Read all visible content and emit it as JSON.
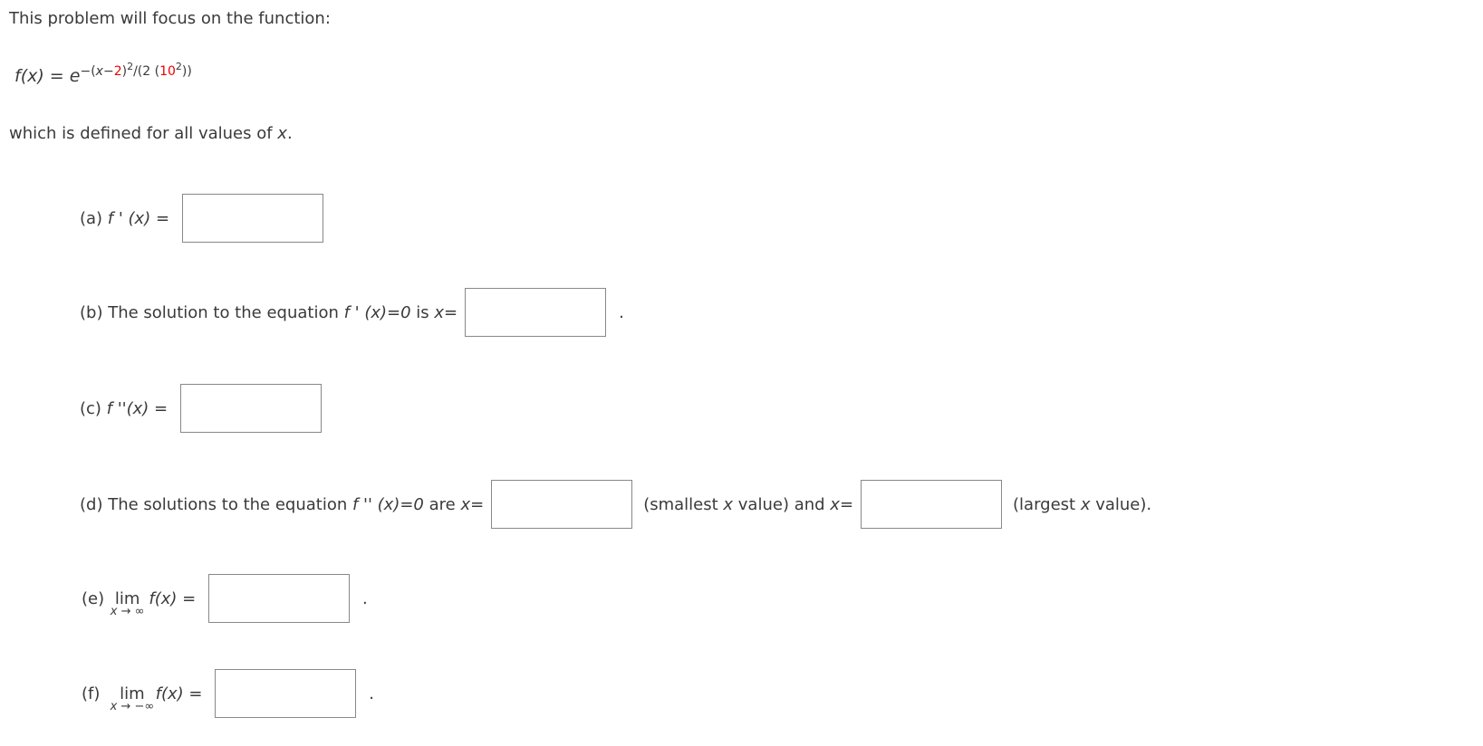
{
  "colors": {
    "background": "#ffffff",
    "text": "#3a3a3a",
    "red": "#ee0000",
    "box_border": "#888888"
  },
  "intro": {
    "title_line": "This problem will focus on the function:",
    "defined_prefix": "which is defined for all values of ",
    "defined_var": "x",
    "defined_suffix": "."
  },
  "formula": {
    "lhs": "f(x)",
    "eq": " = ",
    "base": "e",
    "exp": {
      "open": "−(",
      "x": "x",
      "minus": "−",
      "red_2": "2",
      "close": ")",
      "sq1": "2",
      "mid": "/(2 (",
      "red_10": "10",
      "sq2": "2",
      "end": "))"
    }
  },
  "parts": {
    "a": {
      "prefix": "(a) ",
      "math": "f ' (x)",
      "eq": " = "
    },
    "b": {
      "prefix": "(b) The solution to the equation ",
      "math": "f ' (x)=0",
      "mid": " is ",
      "var": "x",
      "eq": "=",
      "period": "."
    },
    "c": {
      "prefix": "(c) ",
      "math": "f ''(x)",
      "eq": " = "
    },
    "d": {
      "prefix": "(d) The solutions to the equation ",
      "math": "f '' (x)=0",
      "mid": " are ",
      "var1": "x",
      "eq1": "=",
      "small_pre": "(smallest ",
      "small_var": "x",
      "small_post": " value) and ",
      "var2": "x",
      "eq2": "=",
      "large_pre": "(largest ",
      "large_var": "x",
      "large_post": " value)."
    },
    "e": {
      "prefix": "(e) ",
      "lim_word": "lim",
      "sub_var": "x",
      "sub_rest": " → ∞",
      "math": "f(x)",
      "eq": " = ",
      "period": "."
    },
    "f": {
      "prefix": "(f) ",
      "lim_word": "lim",
      "sub_var": "x",
      "sub_rest": " → −∞",
      "math": "f(x)",
      "eq": " = ",
      "period": "."
    }
  },
  "inputs": {
    "a": "",
    "b": "",
    "c": "",
    "d1": "",
    "d2": "",
    "e": "",
    "f": ""
  }
}
